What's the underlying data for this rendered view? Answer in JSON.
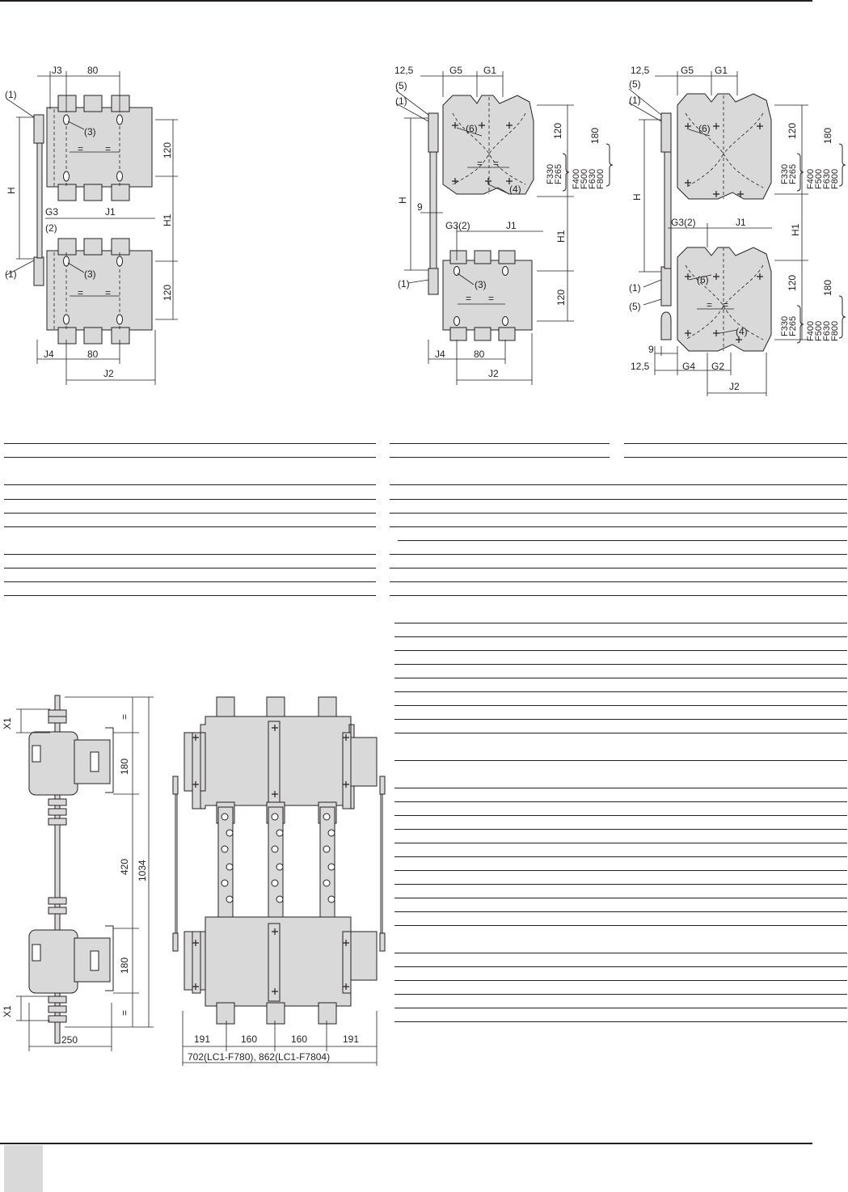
{
  "drawing1": {
    "labels": {
      "j3": "J3",
      "w80_top": "80",
      "n1_top": "(1)",
      "n3_top": "(3)",
      "eq_a": "=",
      "eq_b": "=",
      "d120_top": "120",
      "h": "H",
      "g3": "G3",
      "n2": "(2)",
      "j1": "J1",
      "h1": "H1",
      "n1_bot": "(1)",
      "n3_bot": "(3)",
      "eq_c": "=",
      "eq_d": "=",
      "d120_bot": "120",
      "j4": "J4",
      "w80_bot": "80",
      "j2": "J2"
    }
  },
  "drawing2": {
    "labels": {
      "d12_5": "12,5",
      "g5": "G5",
      "g1": "G1",
      "n5": "(5)",
      "n1_top": "(1)",
      "n6": "(6)",
      "d120": "120",
      "d180": "180",
      "f330": "F330",
      "f265": "F265",
      "f400": "F400",
      "f500": "F500",
      "f630": "F630",
      "f800": "F800",
      "eq_a": "=",
      "eq_b": "=",
      "n4": "(4)",
      "h": "H",
      "d9": "9",
      "g3_2": "G3(2)",
      "j1": "J1",
      "h1": "H1",
      "n1_bot": "(1)",
      "n3": "(3)",
      "eq_c": "=",
      "eq_d": "=",
      "d120_bot": "120",
      "j4": "J4",
      "w80": "80",
      "j2": "J2"
    }
  },
  "drawing3": {
    "labels": {
      "d12_5_top": "12,5",
      "g5": "G5",
      "g1": "G1",
      "n5_top": "(5)",
      "n1_top": "(1)",
      "n6_top": "(6)",
      "d120_top": "120",
      "d180_top": "180",
      "f330_top": "F330",
      "f265_top": "F265",
      "f400_top": "F400",
      "f500_top": "F500",
      "f630_top": "F630",
      "f800_top": "F800",
      "h": "H",
      "g3_2": "G3(2)",
      "j1": "J1",
      "h1": "H1",
      "n6_bot": "(6)",
      "n1_bot": "(1)",
      "n5_bot": "(5)",
      "d120_bot": "120",
      "d180_bot": "180",
      "f330_bot": "F330",
      "f265_bot": "F265",
      "f400_bot": "F400",
      "f500_bot": "F500",
      "f630_bot": "F630",
      "f800_bot": "F800",
      "eq_a": "=",
      "eq_b": "=",
      "n4": "(4)",
      "d9": "9",
      "d12_5_bot": "12,5",
      "g4": "G4",
      "g2": "G2",
      "j2": "J2"
    }
  },
  "drawing4": {
    "labels": {
      "x1_top": "X1",
      "eq_top": "=",
      "d180_top": "180",
      "d420": "420",
      "d1034": "1034",
      "d180_bot": "180",
      "eq_bot": "=",
      "x1_bot": "X1",
      "w250": "250"
    }
  },
  "drawing5": {
    "labels": {
      "w191_a": "191",
      "w160_a": "160",
      "w160_b": "160",
      "w191_b": "191",
      "total": "702(LC1-F780), 862(LC1-F7804)"
    }
  }
}
